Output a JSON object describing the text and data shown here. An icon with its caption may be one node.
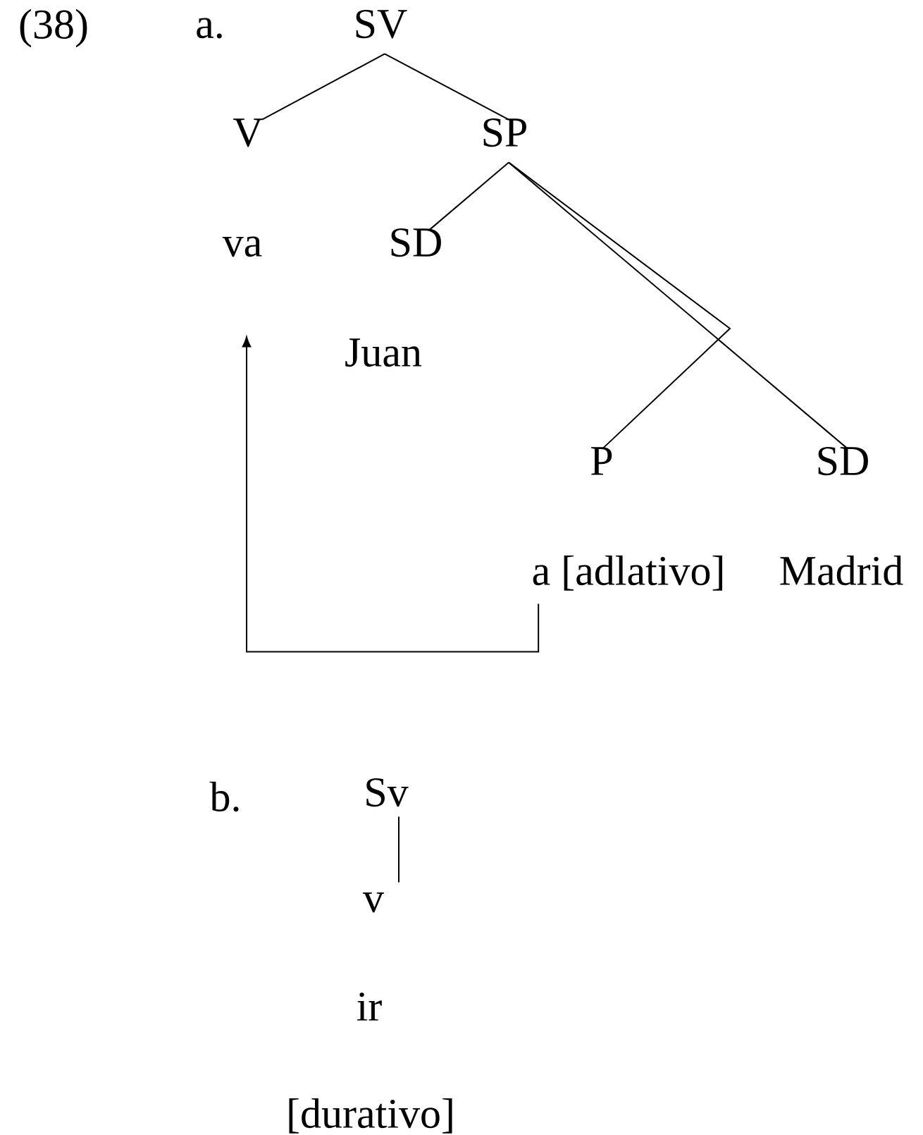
{
  "diagram": {
    "nodes": [
      {
        "text": [
          "SV"
        ]
      },
      {
        "text": [
          "V"
        ]
      },
      {
        "text": [
          "SP"
        ]
      },
      {
        "text": [
          "va"
        ]
      },
      {
        "text": [
          "SD"
        ]
      },
      {
        "text": [
          "Juan"
        ]
      },
      {
        "text": [
          "P"
        ]
      },
      {
        "text": [
          "SD"
        ]
      },
      {
        "text": [
          "a [adlativo]"
        ]
      },
      {
        "text": [
          "Madrid"
        ]
      },
      {
        "text": [
          "Sv"
        ]
      },
      {
        "text": [
          "v"
        ]
      },
      {
        "text": [
          "ir"
        ]
      },
      {
        "text": [
          "[durativo]"
        ]
      }
    ],
    "edges": [
      {
        "from": 0,
        "to": 1,
        "arrow": "none"
      },
      {
        "from": 0,
        "to": 2,
        "arrow": "none"
      },
      {
        "from": 2,
        "to": 4,
        "arrow": "none"
      },
      {
        "from": 2,
        "to": 6,
        "arrow": "none"
      },
      {
        "from": 2,
        "to": 7,
        "arrow": "none"
      },
      {
        "from": 8,
        "to": 3,
        "arrow": "to"
      },
      {
        "from": 10,
        "to": 11,
        "arrow": "none"
      }
    ],
    "labels": [
      "(38)",
      "a.",
      "b."
    ]
  }
}
